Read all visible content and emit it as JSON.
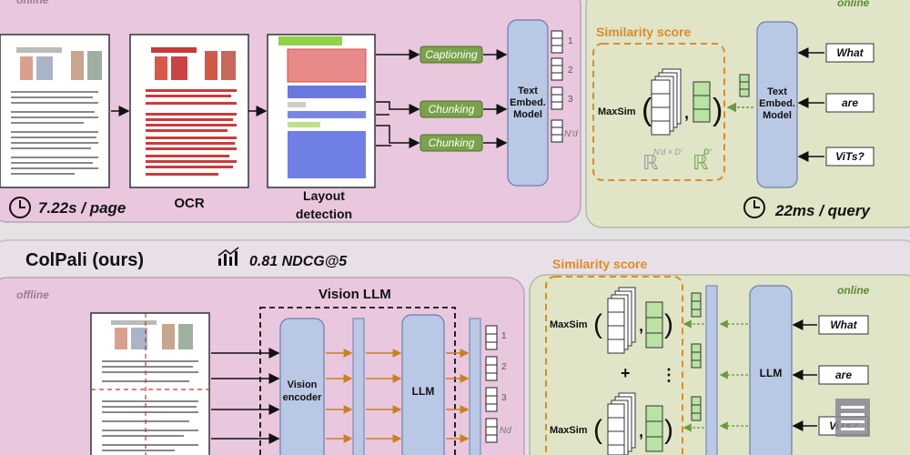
{
  "top_panel": {
    "offline_tag": "online",
    "online_tag": "online",
    "page_time": "7.22s / page",
    "ocr_label": "OCR",
    "layout_label_line1": "Layout",
    "layout_label_line2": "detection",
    "steps": [
      "Captioning",
      "Chunking",
      "Chunking"
    ],
    "embed_model": [
      "Text",
      "Embed.",
      "Model"
    ],
    "vec_indices": [
      "1",
      "2",
      "3",
      "N'd"
    ],
    "similarity_title": "Similarity score",
    "maxsim": "MaxSim",
    "dim_left": "N'd × D'",
    "dim_right": "D'",
    "real_symbol": "ℝ",
    "query_time": "22ms / query",
    "query_tokens": [
      "What",
      "are",
      "ViTs?"
    ]
  },
  "bottom_panel": {
    "title": "ColPali (ours)",
    "metric": "0.81 NDCG@5",
    "offline_tag": "offline",
    "online_tag": "online",
    "vision_llm_title": "Vision LLM",
    "vision_encoder": [
      "Vision",
      "encoder"
    ],
    "llm_label": "LLM",
    "vec_indices": [
      "1",
      "2",
      "3",
      "Nd"
    ],
    "similarity_title": "Similarity score",
    "maxsim": "MaxSim",
    "plus": "+",
    "dots": "⋮",
    "query_llm": "LLM",
    "query_tokens": [
      "What",
      "are",
      "ViTs?"
    ]
  },
  "colors": {
    "offline_bg": "#e9c7df",
    "online_bg": "#dfe5c6",
    "green_box": "#7aa24a",
    "blue_model": "#b9c8e4",
    "orange": "#e08a2a"
  }
}
